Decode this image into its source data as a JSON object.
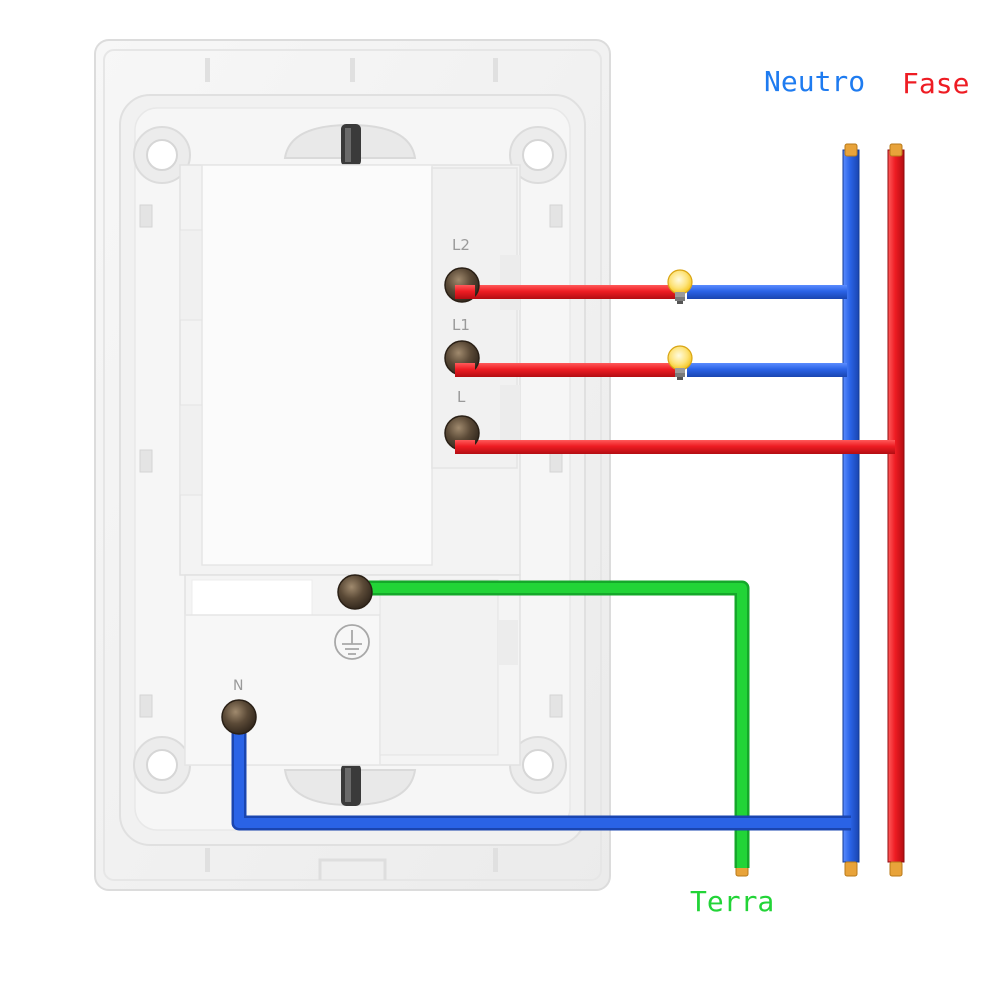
{
  "labels": {
    "neutral": "Neutro",
    "phase": "Fase",
    "earth": "Terra"
  },
  "terminals": {
    "l2": "L2",
    "l1": "L1",
    "l": "L",
    "n": "N"
  },
  "colors": {
    "neutral": "#2a63e6",
    "phase": "#ee1c23",
    "earth": "#22d437",
    "plate": "#f4f4f4",
    "plate_border": "#e2e2e2",
    "module": "#fafafa",
    "screw": "#5b4a37",
    "bulb": "#f5c51d"
  },
  "icons": [
    "lamp-bulb-icon",
    "earth-ground-symbol-icon"
  ]
}
